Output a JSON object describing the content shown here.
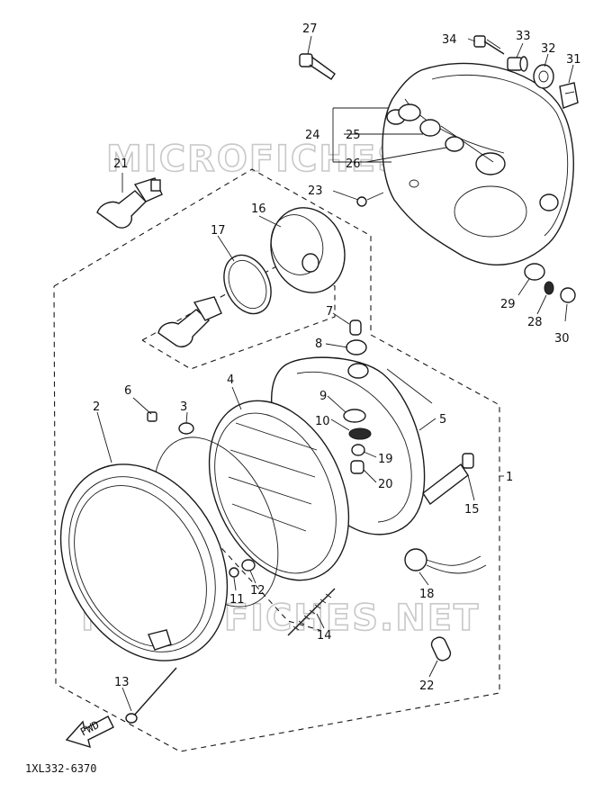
{
  "watermark": "MICROFICHES.NET",
  "catalog_code": "1XL332-6370",
  "fwd_label": "FWD",
  "callouts": {
    "c1": "1",
    "c2": "2",
    "c3": "3",
    "c4": "4",
    "c5": "5",
    "c6": "6",
    "c7": "7",
    "c8": "8",
    "c9": "9",
    "c10": "10",
    "c11": "11",
    "c12": "12",
    "c13": "13",
    "c14": "14",
    "c15": "15",
    "c16": "16",
    "c17": "17",
    "c18": "18",
    "c19": "19",
    "c20": "20",
    "c21": "21",
    "c22": "22",
    "c23": "23",
    "c24": "24",
    "c25": "25",
    "c26": "26",
    "c27": "27",
    "c28": "28",
    "c29": "29",
    "c30": "30",
    "c31": "31",
    "c32": "32",
    "c33": "33",
    "c34": "34"
  }
}
